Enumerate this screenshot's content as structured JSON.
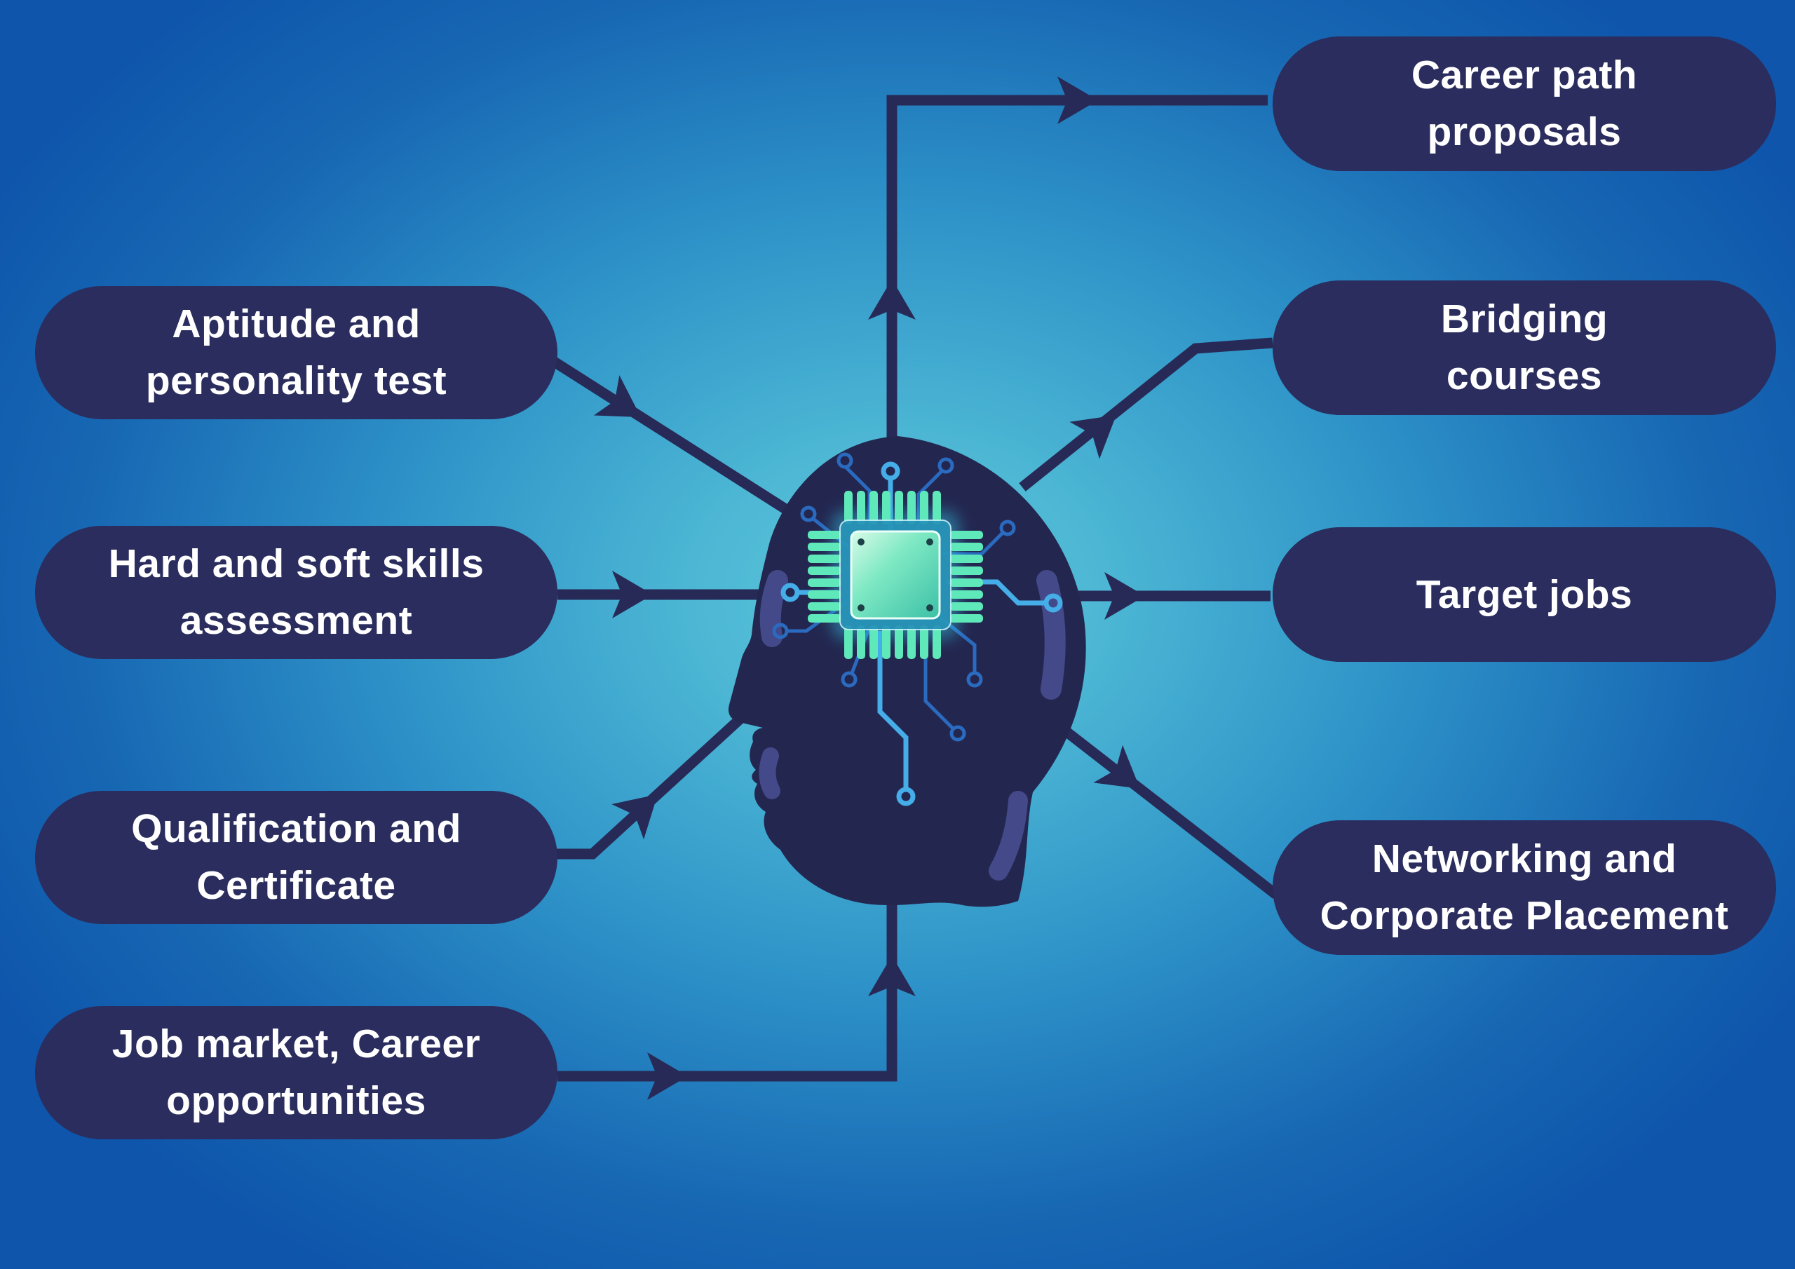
{
  "diagram": {
    "type": "radial-mindmap",
    "center": {
      "illustration": "ai-head-with-microchip",
      "description_icons": [
        "head-silhouette-icon",
        "microchip-icon",
        "circuit-traces-icon"
      ]
    },
    "colors": {
      "node_fill": "#2a2d5d",
      "node_text": "#ffffff",
      "arrow": "#272a56",
      "head_silhouette": "#232750",
      "head_highlight": "#474b8d",
      "circuit_trace_dark": "#2a6abf",
      "circuit_trace_light": "#45aee8",
      "chip_pin": "#5fe9ba",
      "chip_face_light": "#d8fbe9",
      "chip_face_dark": "#3cc0a6",
      "background_center": "#5ec9dc",
      "background_edge": "#0e55ab"
    }
  },
  "nodes": {
    "left": [
      {
        "label": "Aptitude and\npersonality test"
      },
      {
        "label": "Hard and soft skills\nassessment"
      },
      {
        "label": "Qualification and\nCertificate"
      },
      {
        "label": "Job market, Career\nopportunities"
      }
    ],
    "right": [
      {
        "label": "Career path\nproposals"
      },
      {
        "label": "Bridging\ncourses"
      },
      {
        "label": "Target jobs"
      },
      {
        "label": "Networking and\nCorporate Placement"
      }
    ]
  },
  "flows": [
    {
      "from": "Aptitude and personality test",
      "to": "center",
      "direction": "input"
    },
    {
      "from": "Hard and soft skills assessment",
      "to": "center",
      "direction": "input"
    },
    {
      "from": "Qualification and Certificate",
      "to": "center",
      "direction": "input"
    },
    {
      "from": "Job market, Career opportunities",
      "to": "center",
      "direction": "input"
    },
    {
      "from": "center",
      "to": "Career path proposals",
      "direction": "output"
    },
    {
      "from": "center",
      "to": "Bridging courses",
      "direction": "output"
    },
    {
      "from": "center",
      "to": "Target jobs",
      "direction": "output"
    },
    {
      "from": "center",
      "to": "Networking and Corporate Placement",
      "direction": "output"
    }
  ]
}
